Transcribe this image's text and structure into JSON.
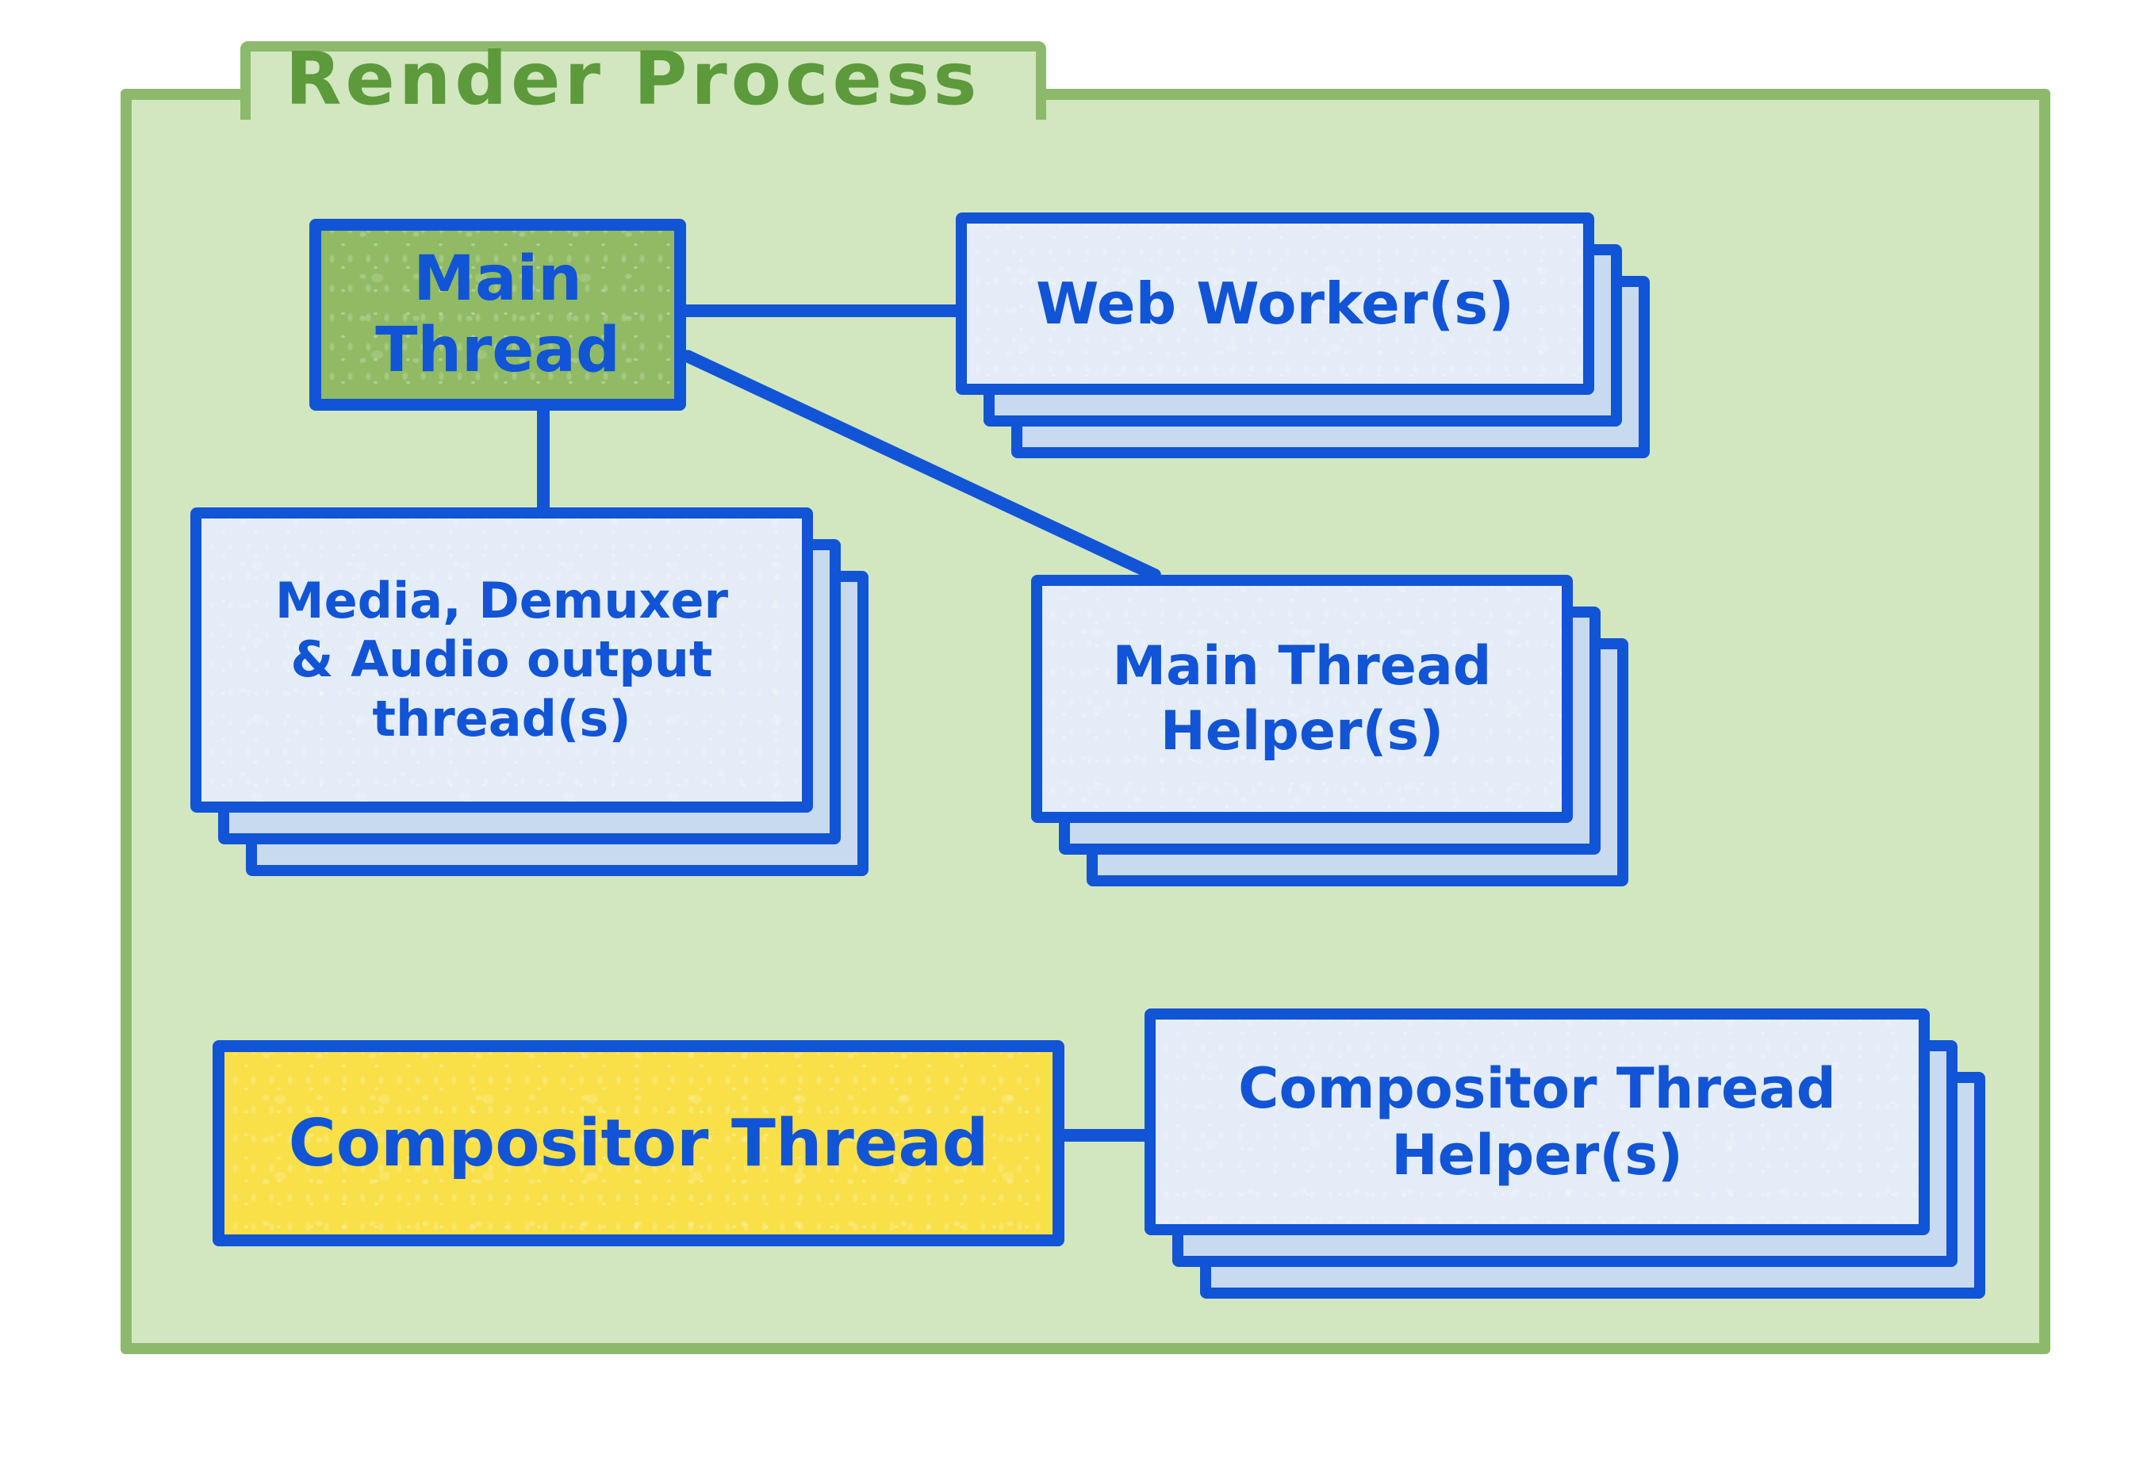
{
  "title": "Render Process",
  "colors": {
    "folder_fill": "#d2e6c0",
    "folder_border": "#8db96d",
    "title_green": "#5c9a3b",
    "ink_blue": "#1154d6",
    "card_fill": "#e4ecf7",
    "card_stack_fill": "#c8daf0",
    "main_thread_green": "#90ba63",
    "compositor_yellow": "#f9e049",
    "page_background": "#ffffff"
  },
  "nodes": [
    {
      "id": "main-thread",
      "label": "Main Thread",
      "type": "primary",
      "fill": "#90ba63",
      "stacked": false
    },
    {
      "id": "web-workers",
      "label": "Web Worker(s)",
      "type": "card-stack",
      "fill": "#e4ecf7",
      "stacked": true
    },
    {
      "id": "media-threads",
      "label": "Media, Demuxer\n& Audio output\nthread(s)",
      "type": "card-stack",
      "fill": "#e4ecf7",
      "stacked": true
    },
    {
      "id": "main-thread-helpers",
      "label": "Main Thread\nHelper(s)",
      "type": "card-stack",
      "fill": "#e4ecf7",
      "stacked": true
    },
    {
      "id": "compositor-thread",
      "label": "Compositor Thread",
      "type": "primary",
      "fill": "#f9e049",
      "stacked": false
    },
    {
      "id": "compositor-thread-helpers",
      "label": "Compositor Thread\nHelper(s)",
      "type": "card-stack",
      "fill": "#e4ecf7",
      "stacked": true
    }
  ],
  "edges": [
    {
      "from": "main-thread",
      "to": "web-workers",
      "shape": "horizontal"
    },
    {
      "from": "main-thread",
      "to": "media-threads",
      "shape": "vertical"
    },
    {
      "from": "main-thread",
      "to": "main-thread-helpers",
      "shape": "diagonal"
    },
    {
      "from": "compositor-thread",
      "to": "compositor-thread-helpers",
      "shape": "horizontal"
    }
  ]
}
